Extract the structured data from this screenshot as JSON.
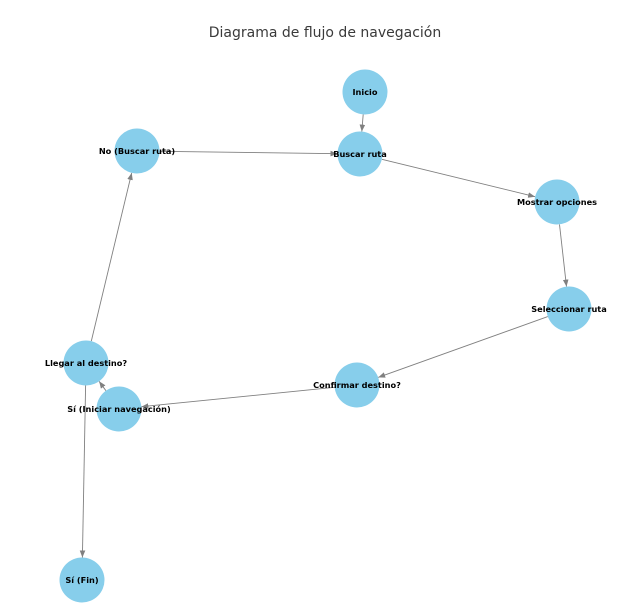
{
  "diagram": {
    "title": "Diagrama de flujo de navegación",
    "colors": {
      "node_fill": "#87ceeb",
      "edge": "#808080",
      "title_text": "#3a3a3a",
      "label_text": "#000000"
    },
    "nodes": [
      {
        "id": "inicio",
        "label": "Inicio"
      },
      {
        "id": "buscar_ruta",
        "label": "Buscar ruta"
      },
      {
        "id": "no_buscar_ruta",
        "label": "No (Buscar ruta)"
      },
      {
        "id": "mostrar_opciones",
        "label": "Mostrar opciones"
      },
      {
        "id": "seleccionar_ruta",
        "label": "Seleccionar ruta"
      },
      {
        "id": "confirmar_destino",
        "label": "Confirmar destino?"
      },
      {
        "id": "si_iniciar_navegacion",
        "label": "Sí (Iniciar navegación)"
      },
      {
        "id": "llegar_destino",
        "label": "Llegar al destino?"
      },
      {
        "id": "si_fin",
        "label": "Sí (Fin)"
      }
    ],
    "edges": [
      {
        "from": "inicio",
        "to": "buscar_ruta"
      },
      {
        "from": "buscar_ruta",
        "to": "mostrar_opciones"
      },
      {
        "from": "mostrar_opciones",
        "to": "seleccionar_ruta"
      },
      {
        "from": "seleccionar_ruta",
        "to": "confirmar_destino"
      },
      {
        "from": "confirmar_destino",
        "to": "si_iniciar_navegacion"
      },
      {
        "from": "si_iniciar_navegacion",
        "to": "llegar_destino"
      },
      {
        "from": "llegar_destino",
        "to": "si_fin"
      },
      {
        "from": "llegar_destino",
        "to": "no_buscar_ruta"
      },
      {
        "from": "no_buscar_ruta",
        "to": "buscar_ruta"
      }
    ]
  }
}
